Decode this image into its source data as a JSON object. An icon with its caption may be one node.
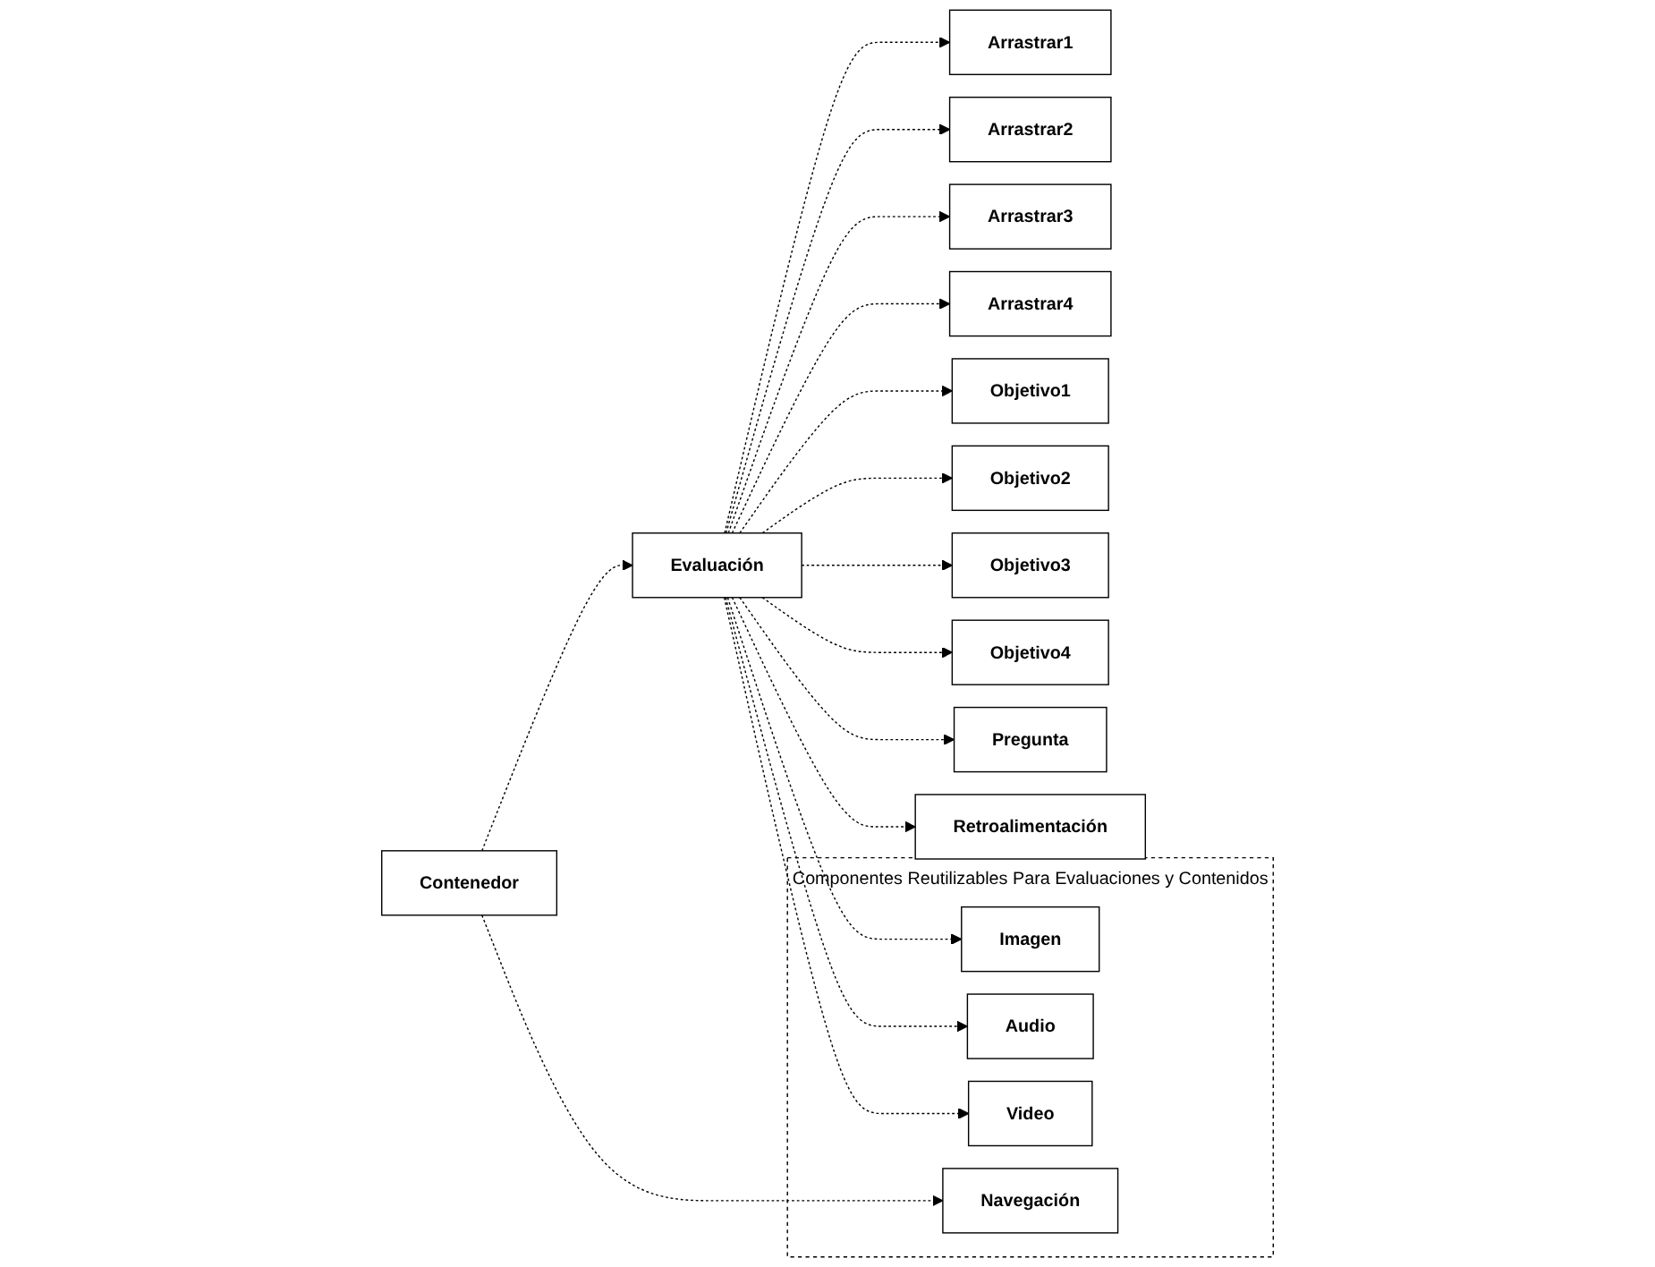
{
  "diagram": {
    "nodes": [
      {
        "text": [
          "Arrastrar3"
        ]
      },
      {
        "text": [
          "Arrastrar4"
        ]
      },
      {
        "text": [
          "Arrastrar2"
        ]
      },
      {
        "text": [
          "Objetivo1"
        ]
      },
      {
        "text": [
          "Arrastrar1"
        ]
      },
      {
        "text": [
          "Objetivo2"
        ]
      },
      {
        "text": [
          "Contenedor"
        ]
      },
      {
        "text": [
          "Evaluación"
        ]
      },
      {
        "text": [
          "Objetivo3"
        ]
      },
      {
        "text": [
          "Componentes Reutilizables Para Evaluaciones y Contenidos"
        ]
      },
      {
        "text": [
          "Imagen"
        ],
        "in": 9
      },
      {
        "text": [
          "Navegación"
        ],
        "in": 9
      },
      {
        "text": [
          "Objetivo4"
        ]
      },
      {
        "text": [
          "Audio"
        ],
        "in": 9
      },
      {
        "text": [
          "Pregunta"
        ]
      },
      {
        "text": [
          "Retroalimentación"
        ]
      },
      {
        "text": [
          "Video"
        ],
        "in": 9
      }
    ],
    "edges": [
      {
        "from": 6,
        "to": 7,
        "arrow": "to",
        "style": "dashed"
      },
      {
        "from": 6,
        "to": 11,
        "arrow": "to",
        "style": "dashed"
      },
      {
        "from": 7,
        "to": 4,
        "arrow": "to",
        "style": "dashed"
      },
      {
        "from": 7,
        "to": 2,
        "arrow": "to",
        "style": "dashed"
      },
      {
        "from": 7,
        "to": 0,
        "arrow": "to",
        "style": "dashed"
      },
      {
        "from": 7,
        "to": 1,
        "arrow": "to",
        "style": "dashed"
      },
      {
        "from": 7,
        "to": 3,
        "arrow": "to",
        "style": "dashed"
      },
      {
        "from": 7,
        "to": 5,
        "arrow": "to",
        "style": "dashed"
      },
      {
        "from": 7,
        "to": 8,
        "arrow": "to",
        "style": "dashed"
      },
      {
        "from": 7,
        "to": 12,
        "arrow": "to",
        "style": "dashed"
      },
      {
        "from": 7,
        "to": 14,
        "arrow": "to",
        "style": "dashed"
      },
      {
        "from": 7,
        "to": 15,
        "arrow": "to",
        "style": "dashed"
      },
      {
        "from": 7,
        "to": 10,
        "arrow": "to",
        "style": "dashed"
      },
      {
        "from": 7,
        "to": 13,
        "arrow": "to",
        "style": "dashed"
      },
      {
        "from": 7,
        "to": 16,
        "arrow": "to",
        "style": "dashed"
      }
    ]
  }
}
